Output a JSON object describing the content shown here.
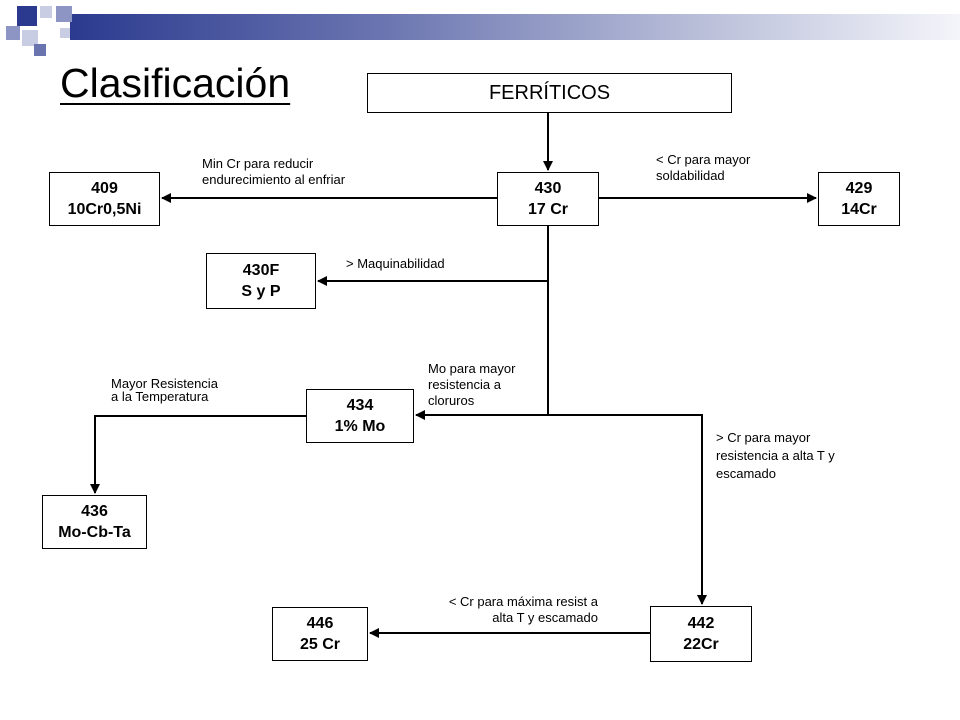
{
  "title": "Clasificación",
  "header": "FERRÍTICOS",
  "colors": {
    "accent_dark": "#2b3a8f",
    "accent_mid": "#8d95c4",
    "accent_light": "#c9cde3"
  },
  "nodes": {
    "n430": {
      "code": "430",
      "desc": "17 Cr"
    },
    "n409": {
      "code": "409",
      "desc": "10Cr0,5Ni"
    },
    "n429": {
      "code": "429",
      "desc": "14Cr"
    },
    "n430f": {
      "code": "430F",
      "desc": "S y P"
    },
    "n434": {
      "code": "434",
      "desc": "1% Mo"
    },
    "n436": {
      "code": "436",
      "desc": "Mo-Cb-Ta"
    },
    "n442": {
      "code": "442",
      "desc": "22Cr"
    },
    "n446": {
      "code": "446",
      "desc": "25 Cr"
    }
  },
  "labels": {
    "to409": [
      "Min Cr para reducir",
      "endurecimiento al enfriar"
    ],
    "to429": [
      "< Cr para mayor",
      "soldabilidad"
    ],
    "to430f": [
      "> Maquinabilidad"
    ],
    "to434": [
      "Mo para mayor",
      "resistencia a",
      "cloruros"
    ],
    "to436": [
      "Mayor Resistencia",
      "a la Temperatura"
    ],
    "to442": [
      "> Cr para mayor",
      "resistencia a alta T y",
      "escamado"
    ],
    "to446": [
      "< Cr para máxima resist a",
      "alta T y escamado"
    ]
  }
}
